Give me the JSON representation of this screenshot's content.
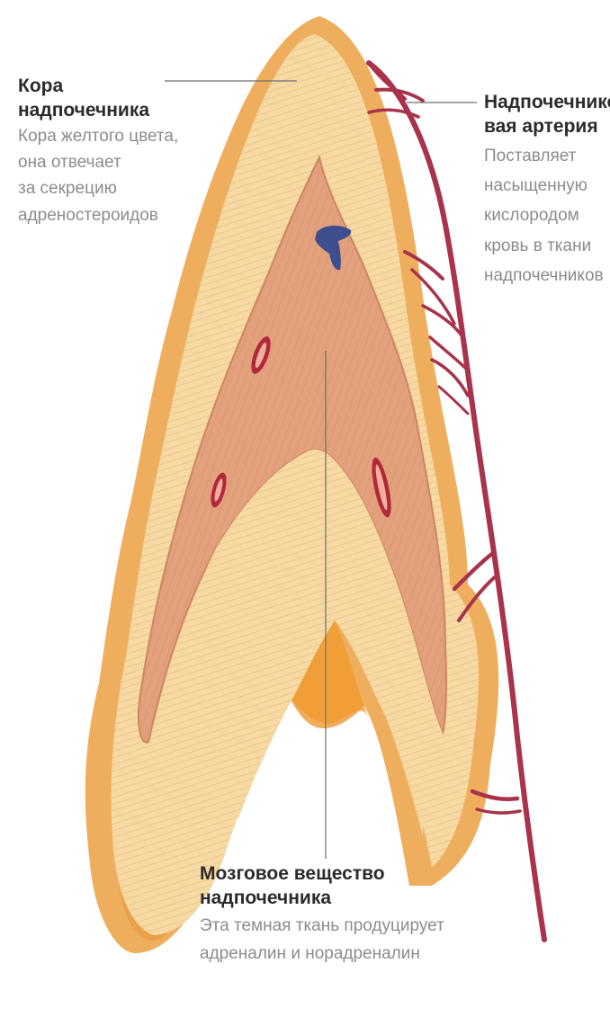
{
  "labels": {
    "cortex": {
      "title": "Кора надпочечника",
      "description": [
        "Кора желтого цвета,",
        "она отвечает",
        "за секрецию",
        "адреностероидов"
      ]
    },
    "artery": {
      "title": [
        "Надпочечнико-",
        "вая артерия"
      ],
      "description": [
        "Поставляет",
        "насыщенную",
        "кислородом",
        "кровь в ткани",
        "надпочечников"
      ]
    },
    "medulla": {
      "title": [
        "Мозговое вещество",
        "надпочечника"
      ],
      "description": [
        "Эта темная ткань продуцирует",
        "адреналин и норадреналин"
      ]
    }
  },
  "colors": {
    "capsule_outer": "#efae5e",
    "cortex": "#f6d9a3",
    "cortex_stripe": "#e6bd83",
    "medulla": "#e2a07c",
    "medulla_edge": "#cf8463",
    "artery": "#a8334a",
    "vein": "#3d4f8f",
    "leader_line": "#6f6f6f"
  }
}
